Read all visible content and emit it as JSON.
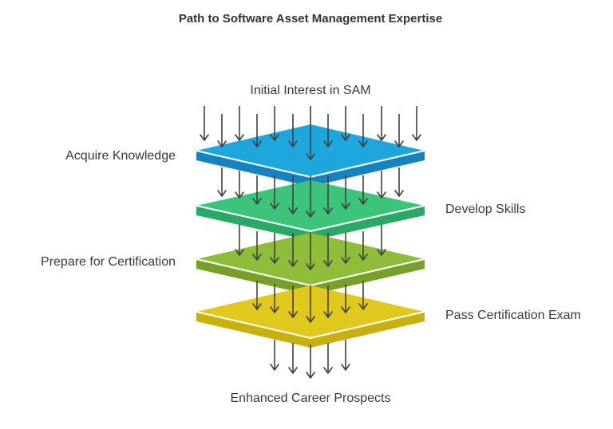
{
  "diagram": {
    "title": "Path to Software Asset Management Expertise",
    "start_label": "Initial Interest in SAM",
    "end_label": "Enhanced Career Prospects",
    "layers": [
      {
        "label": "Acquire Knowledge",
        "side": "left",
        "top_color": "#1ea7dc",
        "side_color": "#1683c1"
      },
      {
        "label": "Develop Skills",
        "side": "right",
        "top_color": "#3cc47c",
        "side_color": "#2aa866"
      },
      {
        "label": "Prepare for Certification",
        "side": "left",
        "top_color": "#8fbd3a",
        "side_color": "#76a02a"
      },
      {
        "label": "Pass Certification Exam",
        "side": "right",
        "top_color": "#e1c81d",
        "side_color": "#c9b00e"
      }
    ]
  }
}
